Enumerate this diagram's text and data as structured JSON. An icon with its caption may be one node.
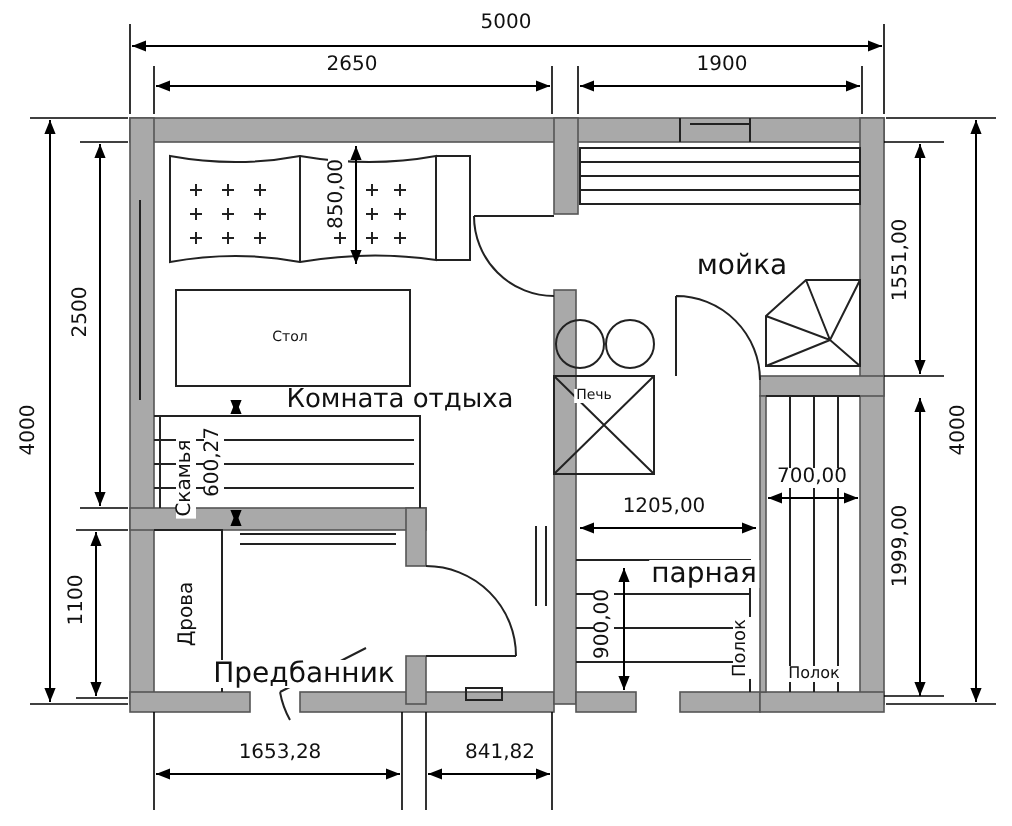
{
  "diagram": {
    "labels": [
      "5000",
      "2650",
      "1900",
      "850,00",
      "мойка",
      "1551,00",
      "2500",
      "4000",
      "Стол",
      "Печь",
      "4000",
      "Комната отдыха",
      "Скамья",
      "600,27",
      "1205,00",
      "700,00",
      "1999,00",
      "1100",
      "Дрова",
      "парная",
      "900,00",
      "Полок",
      "Полок",
      "Предбанник",
      "1653,28",
      "841,82"
    ]
  }
}
